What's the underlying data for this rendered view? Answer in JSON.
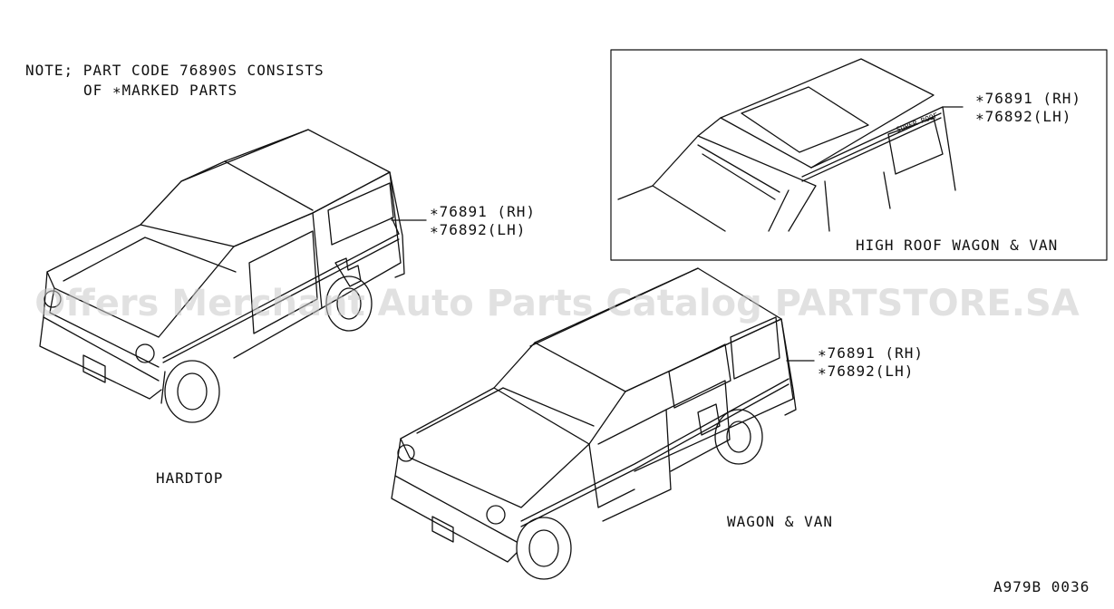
{
  "note": {
    "line1": "NOTE; PART CODE 76890S CONSISTS",
    "line2": "OF ∗MARKED PARTS"
  },
  "hardtop": {
    "caption": "HARDTOP",
    "callout_rh": "∗76891 (RH)",
    "callout_lh": "∗76892(LH)"
  },
  "wagon": {
    "caption": "WAGON & VAN",
    "callout_rh": "∗76891 (RH)",
    "callout_lh": "∗76892(LH)"
  },
  "high_roof": {
    "caption": "HIGH ROOF WAGON & VAN",
    "callout_rh": "∗76891 (RH)",
    "callout_lh": "∗76892(LH)",
    "stripe_text": "SUPER ROOF"
  },
  "diagram_code": "A979B 0036",
  "watermark": "Offers Merchant Auto Parts Catalog PARTSTORE.SA"
}
